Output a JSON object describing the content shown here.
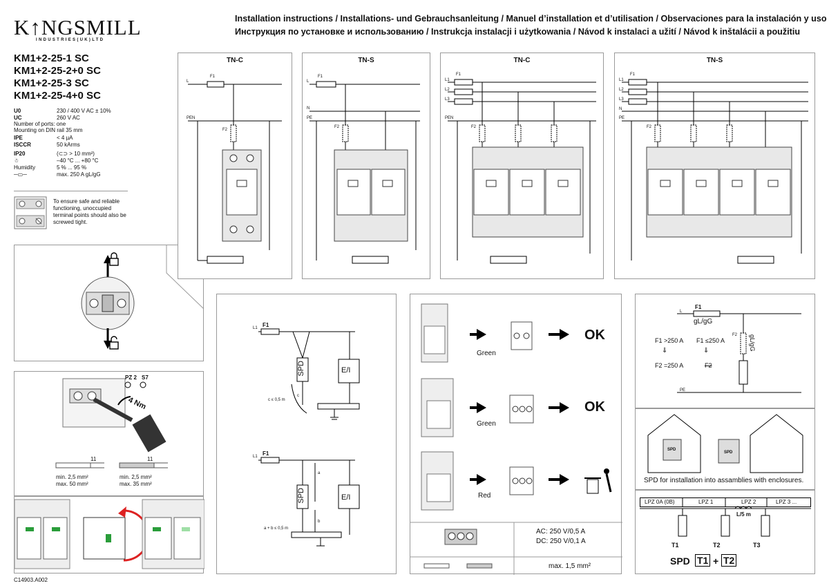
{
  "brand": {
    "name": "K↑NGSMILL",
    "sub": "INDUSTRIES(UK)LTD"
  },
  "header": {
    "line1": "Installation instructions / Installations- und Gebrauchsanleitung / Manuel d’installation et d’utilisation / Observaciones para la instalación y uso /",
    "line2": "Инструкция по установке и использованию / Instrukcja instalacji i użytkowania / Návod k instalaci a užití / Návod k inštalácii a použitiu"
  },
  "models": [
    "KM1+2-25-1 SC",
    "KM1+2-25-2+0 SC",
    "KM1+2-25-3 SC",
    "KM1+2-25-4+0 SC"
  ],
  "specs": [
    {
      "key": "U0",
      "value": "230 / 400 V AC ± 10%"
    },
    {
      "key": "UC",
      "value": "260 V AC"
    },
    {
      "key": "Number of ports: one",
      "value": ""
    },
    {
      "key": "Mounting on DIN rail 35 mm",
      "value": ""
    },
    {
      "key": "IPE",
      "value": "< 4 µA"
    },
    {
      "key": "ISCCR",
      "value": "50 kArms"
    },
    {
      "key": "IP20",
      "value": "(⊂⊃ > 10 mm²)"
    },
    {
      "key": "☃",
      "value": "–40 °C ... +80 °C"
    },
    {
      "key": "Humidity",
      "value": "5 % ... 95 %"
    },
    {
      "key": "─▭─",
      "value": "max. 250 A gL/gG"
    }
  ],
  "note": "To ensure safe and reliable functioning, unoccupied terminal points should also be screwed tight.",
  "diagrams": {
    "d1": {
      "title": "TN-C",
      "lines": [
        "L",
        "PEN"
      ],
      "fuses": [
        "F1",
        "F2"
      ]
    },
    "d2": {
      "title": "TN-S",
      "lines": [
        "L",
        "N",
        "PE"
      ],
      "fuses": [
        "F1",
        "F2"
      ]
    },
    "d3": {
      "title": "TN-C",
      "lines": [
        "L1",
        "L2",
        "L3",
        "PEN"
      ],
      "fuses": [
        "F1",
        "F2"
      ]
    },
    "d4": {
      "title": "TN-S",
      "lines": [
        "L1",
        "L2",
        "L3",
        "N",
        "PE"
      ],
      "fuses": [
        "F1",
        "F2"
      ]
    }
  },
  "torque": {
    "pz": "PZ 2",
    "s": "S7",
    "nm": "4 Nm",
    "strip": "11",
    "wire1": [
      "min. 2,5 mm²",
      "max. 50 mm²"
    ],
    "wire2": [
      "min. 2,5 mm²",
      "max. 35 mm²"
    ]
  },
  "wiring": {
    "f1": "F1",
    "l1": "L1",
    "spd": "SPD",
    "ei": "E/I",
    "c": "c ≤ 0,5 m",
    "c_short": "c",
    "a": "a",
    "b": "b",
    "ab": "a + b ≤ 0,5 m"
  },
  "status": [
    {
      "label": "Green",
      "result": "OK"
    },
    {
      "label": "Green",
      "result": "OK"
    },
    {
      "label": "Red",
      "result": ""
    }
  ],
  "remote": {
    "ac": "AC: 250 V/0,5 A",
    "dc": "DC: 250 V/0,1 A",
    "max": "max. 1,5 mm²"
  },
  "fuse": {
    "l": "L",
    "f1": "F1",
    "glgg": "gL/gG",
    "f2": "F2",
    "glgg2": "gL/gG",
    "c1": "F1 >250 A",
    "c2": "F1 ≤250 A",
    "r1": "F2 =250 A",
    "r2": "F2",
    "pe": "PE"
  },
  "enclosure": {
    "spd1": "SPD",
    "spd2": "SPD",
    "text": "SPD for installation into assamblies with enclosures."
  },
  "lpz": {
    "zones": [
      "LPZ 0A (0B)",
      "LPZ 1",
      "LPZ 2",
      "LPZ 3 ..."
    ],
    "len": "L/5 m",
    "t1": "T1",
    "t2": "T2",
    "t3": "T3",
    "spd": "SPD",
    "b1": "T1",
    "plus": "+",
    "b2": "T2"
  },
  "doc_code": "C14903.A002"
}
